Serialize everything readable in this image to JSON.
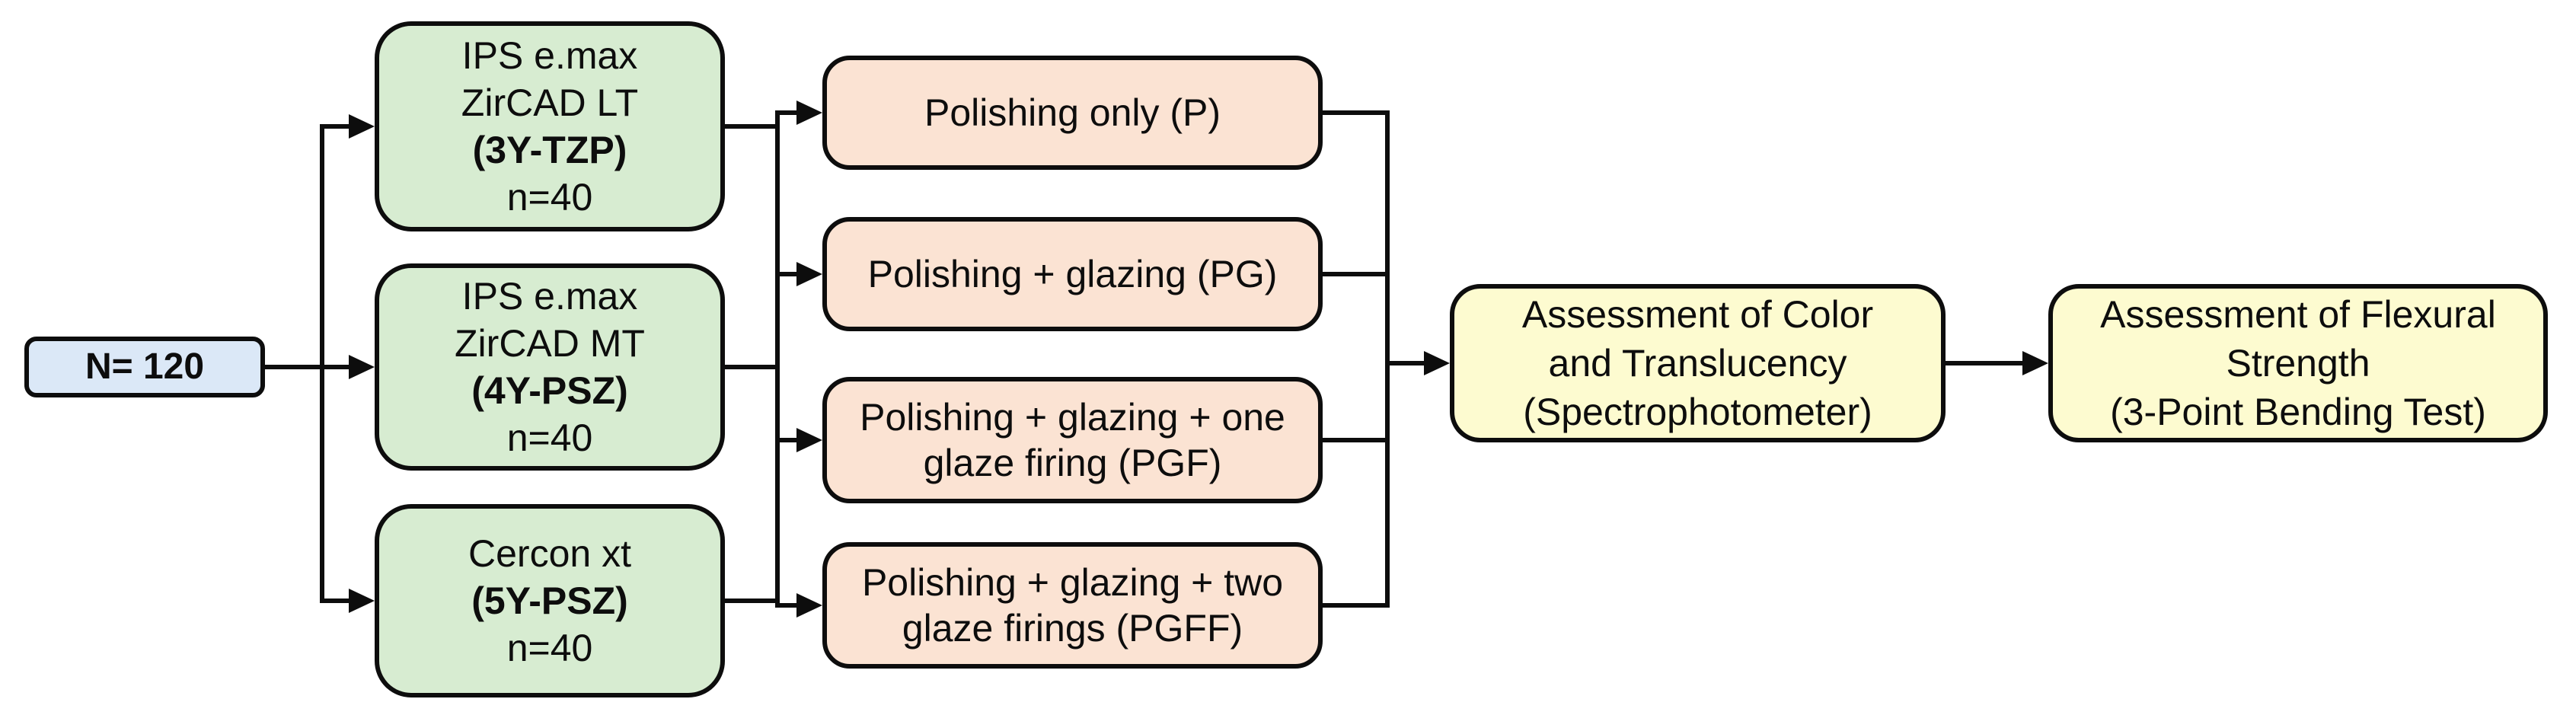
{
  "colors": {
    "border_and_lines": "#0d0d0d",
    "sample_fill": "#dbe8f7",
    "material_fill": "#d7ecd1",
    "treatment_fill": "#fbe3d3",
    "assessment_fill": "#fdfbd0",
    "background": "#ffffff"
  },
  "sample": {
    "label": "N= 120"
  },
  "materials": [
    {
      "line1": "IPS e.max",
      "line2": "ZirCAD LT",
      "code": "(3Y-TZP)",
      "count": "n=40"
    },
    {
      "line1": "IPS e.max",
      "line2": "ZirCAD MT",
      "code": "(4Y-PSZ)",
      "count": "n=40"
    },
    {
      "line1": "Cercon xt",
      "code": "(5Y-PSZ)",
      "count": "n=40"
    }
  ],
  "treatments": [
    {
      "label": "Polishing only (P)"
    },
    {
      "label": "Polishing + glazing (PG)"
    },
    {
      "label": "Polishing + glazing + one glaze firing (PGF)"
    },
    {
      "label": "Polishing + glazing + two glaze firings (PGFF)"
    }
  ],
  "assessments": [
    {
      "line1": "Assessment of Color",
      "line2": "and Translucency",
      "line3": "(Spectrophotometer)"
    },
    {
      "line1": "Assessment of Flexural",
      "line2": "Strength",
      "line3": "(3-Point Bending Test)"
    }
  ]
}
